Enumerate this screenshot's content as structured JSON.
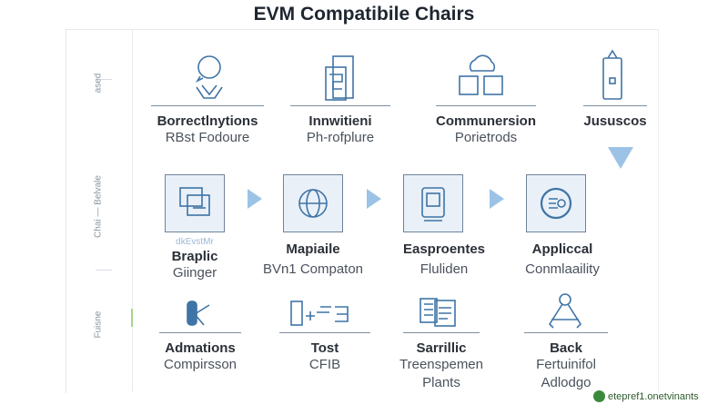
{
  "title": "EVM Compatibile Chairs",
  "side_labels": [
    "ased",
    "Chai — Belvale",
    "Fuisne"
  ],
  "row1": [
    {
      "title": "Borrectlnytions",
      "sub": "RBst Fodoure",
      "icon": "chat-basket-icon"
    },
    {
      "title": "Innwitieni",
      "sub": "Ph-rofplure",
      "icon": "documents-icon"
    },
    {
      "title": "Communersion",
      "sub": "Porietrods",
      "icon": "cloud-blocks-icon"
    },
    {
      "title": "Jususcos",
      "sub": "",
      "icon": "phone-lock-icon"
    }
  ],
  "row2": [
    {
      "title": "Braplic",
      "sub": "Giinger",
      "caption": "dkEvstMr",
      "icon": "window-icon"
    },
    {
      "title": "Mapiaile",
      "sub": "BVn1 Compaton",
      "icon": "globe-icon"
    },
    {
      "title": "Easproentes",
      "sub": "Fluliden",
      "icon": "device-icon"
    },
    {
      "title": "Appliccal",
      "sub": "Conmlaaility",
      "icon": "coin-icon"
    }
  ],
  "row3": [
    {
      "title": "Admations",
      "sub": "Compirsson",
      "icon": "tool-icon"
    },
    {
      "title": "Tost",
      "sub": "CFIB",
      "icon": "transfer-icon"
    },
    {
      "title": "Sarrillic",
      "sub": "Treenspemen",
      "sub2": "Plants",
      "icon": "document-list-icon"
    },
    {
      "title": "Back",
      "sub": "Fertuinifol",
      "sub2": "Adlodgo",
      "icon": "compass-icon"
    }
  ],
  "watermark": "etepref1.onetvinants",
  "colors": {
    "accent": "#3f74a6",
    "arrow": "#9cc3e6",
    "box": "#e9f0f8"
  }
}
